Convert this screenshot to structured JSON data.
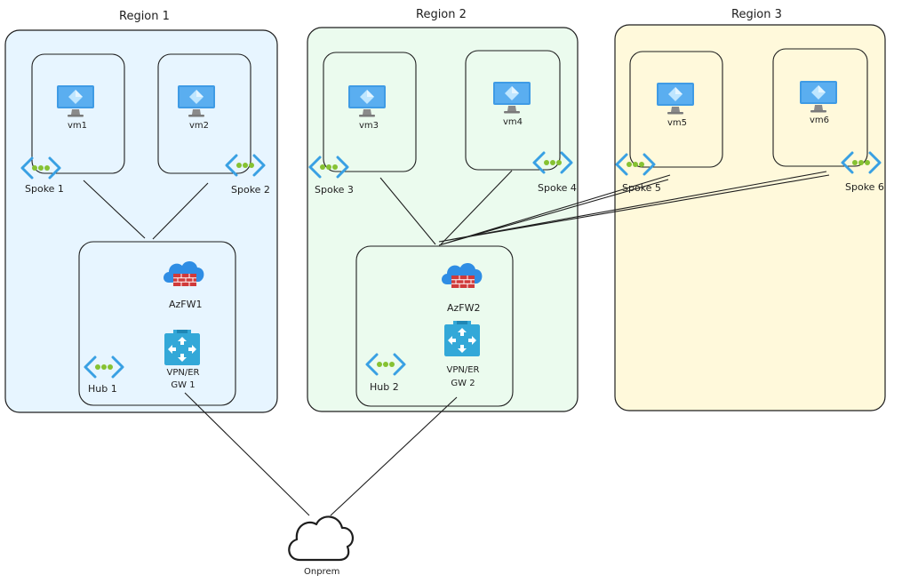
{
  "regions": [
    {
      "title": "Region 1",
      "fill": "#e7f5ff"
    },
    {
      "title": "Region 2",
      "fill": "#ebfbee"
    },
    {
      "title": "Region 3",
      "fill": "#fff9db"
    }
  ],
  "vms": [
    "vm1",
    "vm2",
    "vm3",
    "vm4",
    "vm5",
    "vm6"
  ],
  "spokes": [
    "Spoke 1",
    "Spoke 2",
    "Spoke 3",
    "Spoke 4",
    "Spoke 5",
    "Spoke 6"
  ],
  "hubs": [
    {
      "label": "Hub 1",
      "firewall": "AzFW1",
      "gateway_line1": "VPN/ER",
      "gateway_line2": "GW 1"
    },
    {
      "label": "Hub 2",
      "firewall": "AzFW2",
      "gateway_line1": "VPN/ER",
      "gateway_line2": "GW 2"
    }
  ],
  "onprem": "Onprem",
  "icons": {
    "vm": "virtual-machine-icon",
    "vnet": "virtual-network-icon",
    "firewall": "firewall-icon",
    "gateway": "vpn-gateway-icon",
    "onprem": "cloud-icon"
  },
  "colors": {
    "stroke": "#1e1e1e",
    "vm_blue": "#3f9be5",
    "vnet_blue": "#39a0e3",
    "vnet_green": "#86c232",
    "firewall_red": "#d03a3a",
    "cloud_blue": "#2f8de4",
    "gateway_teal": "#33a8d8"
  }
}
